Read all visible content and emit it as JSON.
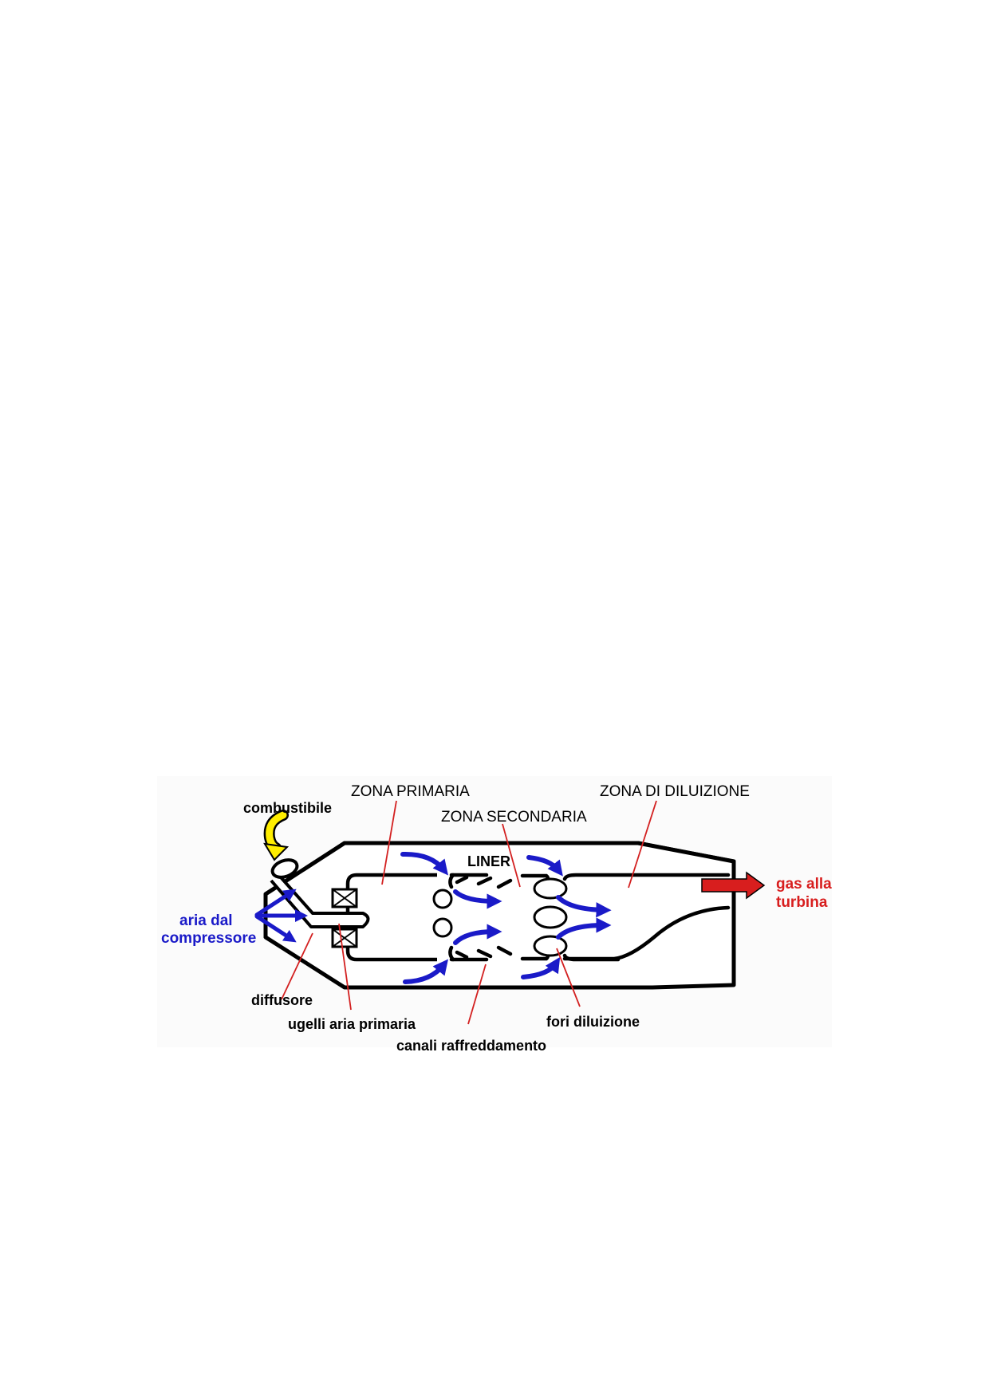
{
  "colors": {
    "outline": "#000000",
    "leader": "#d32020",
    "air": "#1a1ac8",
    "fuel": "#ffee00",
    "exhaust": "#d81e1e"
  },
  "labels": {
    "zona_primaria": "ZONA PRIMARIA",
    "zona_secondaria": "ZONA SECONDARIA",
    "zona_diluizione": "ZONA DI DILUIZIONE",
    "liner": "LINER",
    "combustibile": "combustibile",
    "aria_line1": "aria dal",
    "aria_line2": "compressore",
    "gas_line1": "gas alla",
    "gas_line2": "turbina",
    "diffusore": "diffusore",
    "ugelli": "ugelli aria primaria",
    "fori": "fori diluizione",
    "canali": "canali raffreddamento"
  },
  "icons": {
    "fuel_arrow": "curved-down-arrow-icon",
    "exhaust_arrow": "right-arrow-icon",
    "air_arrow": "curved-right-arrow-icon"
  }
}
